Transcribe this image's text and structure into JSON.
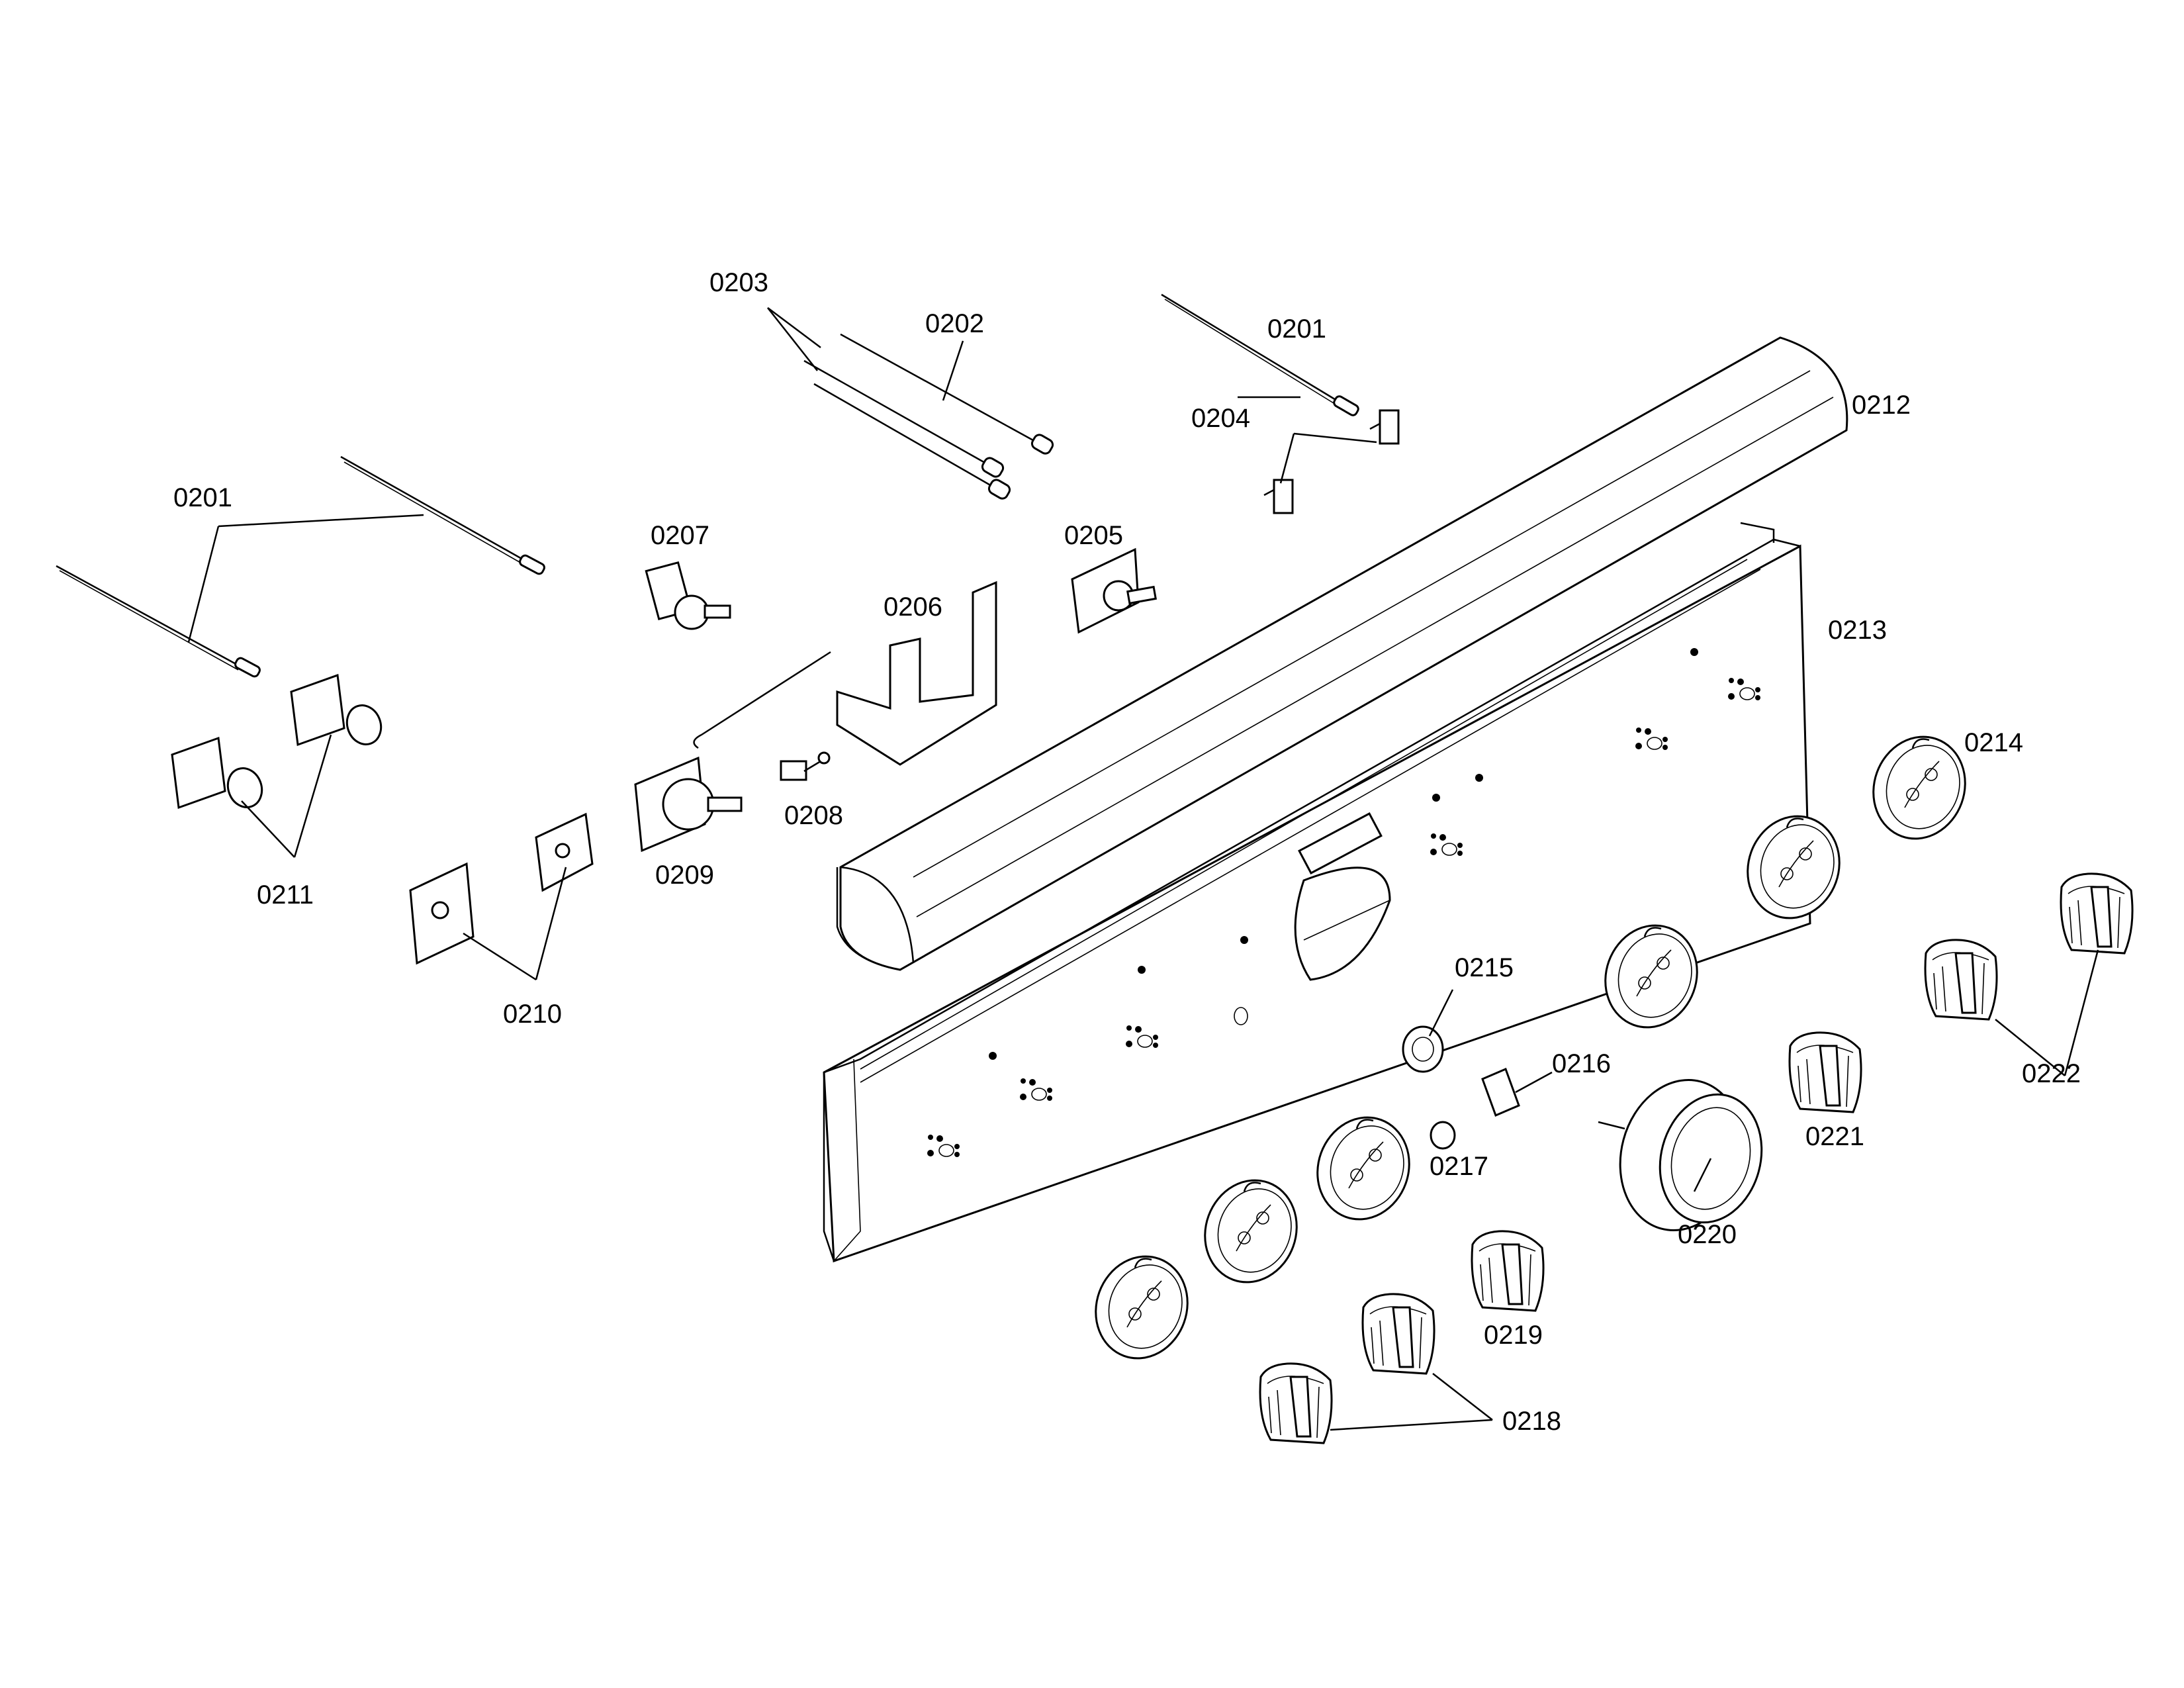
{
  "callouts": [
    {
      "id": "0201a",
      "text": "0201"
    },
    {
      "id": "0201b",
      "text": "0201"
    },
    {
      "id": "0202",
      "text": "0202"
    },
    {
      "id": "0203",
      "text": "0203"
    },
    {
      "id": "0204",
      "text": "0204"
    },
    {
      "id": "0205",
      "text": "0205"
    },
    {
      "id": "0206",
      "text": "0206"
    },
    {
      "id": "0207",
      "text": "0207"
    },
    {
      "id": "0208",
      "text": "0208"
    },
    {
      "id": "0209",
      "text": "0209"
    },
    {
      "id": "0210",
      "text": "0210"
    },
    {
      "id": "0211",
      "text": "0211"
    },
    {
      "id": "0212",
      "text": "0212"
    },
    {
      "id": "0213",
      "text": "0213"
    },
    {
      "id": "0214",
      "text": "0214"
    },
    {
      "id": "0215",
      "text": "0215"
    },
    {
      "id": "0216",
      "text": "0216"
    },
    {
      "id": "0217",
      "text": "0217"
    },
    {
      "id": "0218",
      "text": "0218"
    },
    {
      "id": "0219",
      "text": "0219"
    },
    {
      "id": "0220",
      "text": "0220"
    },
    {
      "id": "0221",
      "text": "0221"
    },
    {
      "id": "0222",
      "text": "0222"
    }
  ],
  "parts": [
    {
      "id": "thermocouple-left-1",
      "icon": "thermocouple-icon"
    },
    {
      "id": "thermocouple-left-2",
      "icon": "thermocouple-icon"
    },
    {
      "id": "thermocouple-right",
      "icon": "thermocouple-icon"
    },
    {
      "id": "wire-harness",
      "icon": "wire-harness-icon"
    },
    {
      "id": "microswitches",
      "icon": "switch-icon"
    },
    {
      "id": "rotary-switch-0205",
      "icon": "rotary-switch-icon"
    },
    {
      "id": "bracket-0206",
      "icon": "bracket-icon"
    },
    {
      "id": "selector-switch-0207",
      "icon": "selector-switch-icon"
    },
    {
      "id": "toggle-switch-0208",
      "icon": "toggle-switch-icon"
    },
    {
      "id": "thermostat-0209",
      "icon": "thermostat-icon"
    },
    {
      "id": "switch-plates-0210",
      "icon": "switch-plate-icon"
    },
    {
      "id": "gas-valves-0211",
      "icon": "valve-icon"
    },
    {
      "id": "trim-0212",
      "icon": "trim-bar-icon"
    },
    {
      "id": "control-panel-0213",
      "icon": "control-panel-icon"
    },
    {
      "id": "bezels",
      "icon": "bezel-icon"
    },
    {
      "id": "knobs",
      "icon": "knob-icon"
    },
    {
      "id": "thermometer-0220",
      "icon": "gauge-icon"
    }
  ]
}
